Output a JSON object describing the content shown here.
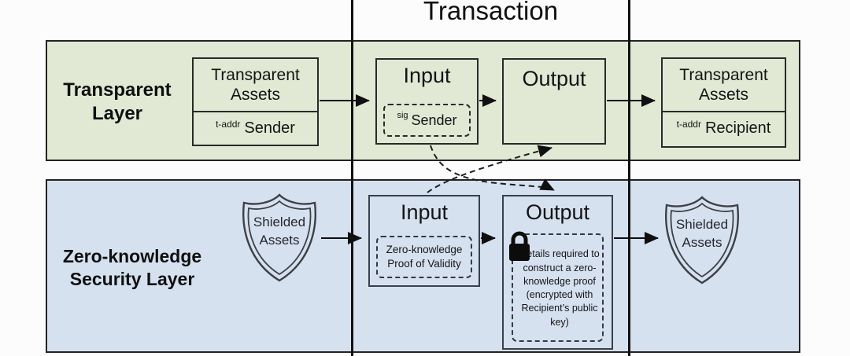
{
  "title": "Transaction",
  "colors": {
    "transparent_layer_bg": "#e1e9d5",
    "zk_layer_bg": "#d6e1f0",
    "line": "#1a1a1a"
  },
  "transparent_layer": {
    "label": "Transparent Layer",
    "assets_sender": {
      "title": "Transparent Assets",
      "addr_prefix": "t-addr",
      "addr_holder": "Sender"
    },
    "input": {
      "title": "Input",
      "sig_prefix": "sig",
      "sig_holder": "Sender"
    },
    "output": {
      "title": "Output"
    },
    "assets_recipient": {
      "title": "Transparent Assets",
      "addr_prefix": "t-addr",
      "addr_holder": "Recipient"
    }
  },
  "zk_layer": {
    "label": "Zero-knowledge Security Layer",
    "shielded_assets_left": "Shielded Assets",
    "input": {
      "title": "Input",
      "note": "Zero-knowledge Proof of Validity"
    },
    "output": {
      "title": "Output",
      "note": "Details required to construct a zero-knowledge proof (encrypted with Recipient’s public key)"
    },
    "shielded_assets_right": "Shielded Assets"
  }
}
